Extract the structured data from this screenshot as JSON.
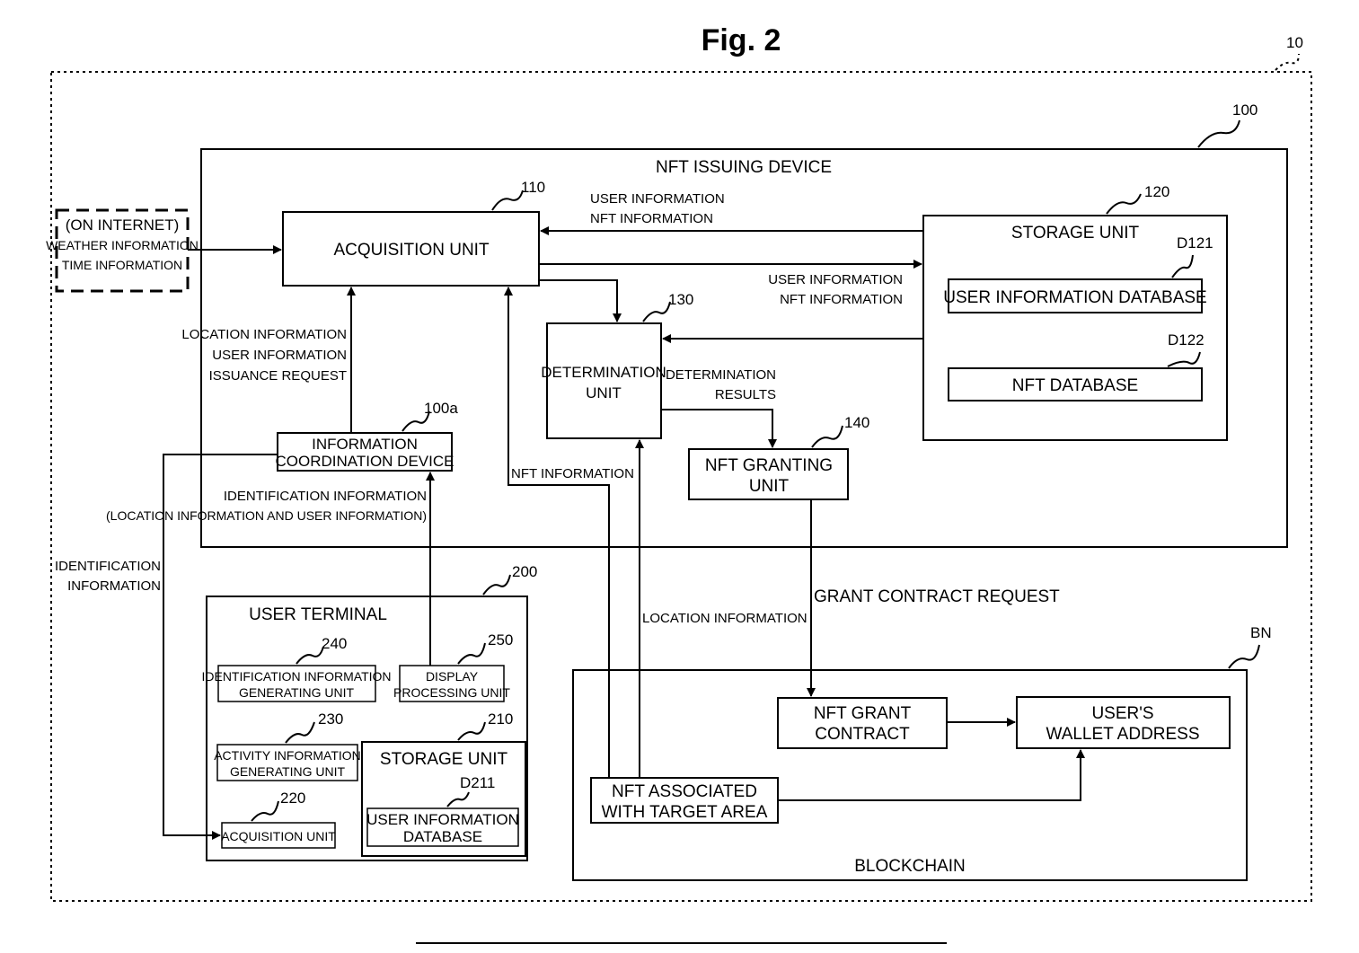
{
  "figure": {
    "title": "Fig. 2"
  },
  "refs": {
    "system": "10",
    "nft_issuing_device": "100",
    "acquisition_unit": "110",
    "storage_unit": "120",
    "user_info_db": "D121",
    "nft_db": "D122",
    "determination_unit": "130",
    "nft_granting_unit": "140",
    "coordination_device": "100a",
    "user_terminal": "200",
    "id_generating": "240",
    "display_processing": "250",
    "activity_generating": "230",
    "terminal_storage": "210",
    "terminal_db": "D211",
    "terminal_acquisition": "220",
    "blockchain": "BN"
  },
  "nft_issuing_device": {
    "label": "NFT ISSUING DEVICE",
    "acquisition_unit": "ACQUISITION UNIT",
    "storage_unit": "STORAGE UNIT",
    "user_info_db": "USER INFORMATION DATABASE",
    "nft_db": "NFT DATABASE",
    "determination_unit": [
      "DETERMINATION",
      "UNIT"
    ],
    "nft_granting_unit": [
      "NFT GRANTING",
      "UNIT"
    ],
    "coordination_device": [
      "INFORMATION",
      "COORDINATION DEVICE"
    ]
  },
  "internet": [
    "(ON INTERNET)",
    "WEATHER INFORMATION",
    "TIME INFORMATION"
  ],
  "user_terminal": {
    "label": "USER TERMINAL",
    "id_generating": [
      "IDENTIFICATION INFORMATION",
      "GENERATING UNIT"
    ],
    "display_processing": [
      "DISPLAY",
      "PROCESSING UNIT"
    ],
    "activity_generating": [
      "ACTIVITY INFORMATION",
      "GENERATING UNIT"
    ],
    "storage_unit": "STORAGE UNIT",
    "user_info_db": [
      "USER INFORMATION",
      "DATABASE"
    ],
    "acquisition_unit": "ACQUISITION UNIT"
  },
  "blockchain": {
    "label": "BLOCKCHAIN",
    "nft_grant_contract": [
      "NFT GRANT",
      "CONTRACT"
    ],
    "wallet_address": [
      "USER'S",
      "WALLET ADDRESS"
    ],
    "nft_target_area": [
      "NFT ASSOCIATED",
      "WITH TARGET AREA"
    ]
  },
  "flows": {
    "storage_to_acq": [
      "USER INFORMATION",
      "NFT INFORMATION"
    ],
    "acq_to_storage": [
      "USER INFORMATION",
      "NFT INFORMATION"
    ],
    "coord_to_acq": [
      "LOCATION INFORMATION",
      "USER INFORMATION",
      "ISSUANCE REQUEST"
    ],
    "determination_results": [
      "DETERMINATION",
      "RESULTS"
    ],
    "nft_information": "NFT INFORMATION",
    "identification_to_coord": [
      "IDENTIFICATION INFORMATION",
      "(LOCATION INFORMATION AND USER INFORMATION)"
    ],
    "identification_to_terminal": [
      "IDENTIFICATION",
      "INFORMATION"
    ],
    "location_information": "LOCATION INFORMATION",
    "grant_contract_request": "GRANT CONTRACT REQUEST"
  }
}
